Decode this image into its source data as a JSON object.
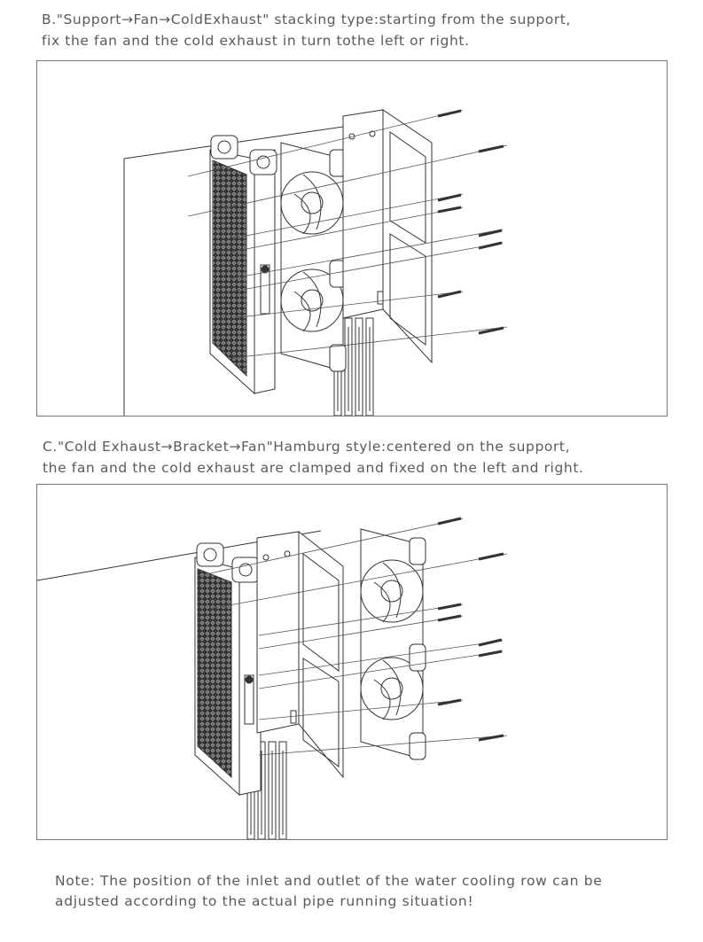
{
  "sections": [
    {
      "id": "B",
      "caption_line1": "B.\"Support→Fan→ColdExhaust\" stacking type:starting from the support,",
      "caption_line2": "fix the fan and the cold exhaust in turn tothe left or right."
    },
    {
      "id": "C",
      "caption_line1": "C.\"Cold Exhaust→Bracket→Fan\"Hamburg style:centered on the support,",
      "caption_line2": "the fan and the cold exhaust are clamped and fixed on the left and right."
    }
  ],
  "note": {
    "line1": "Note: The position of the inlet and outlet of the water cooling row can be",
    "line2": "adjusted according to the actual pipe running situation!"
  },
  "colors": {
    "text": "#5a5a5a",
    "line": "#333333",
    "frame": "#777777"
  }
}
